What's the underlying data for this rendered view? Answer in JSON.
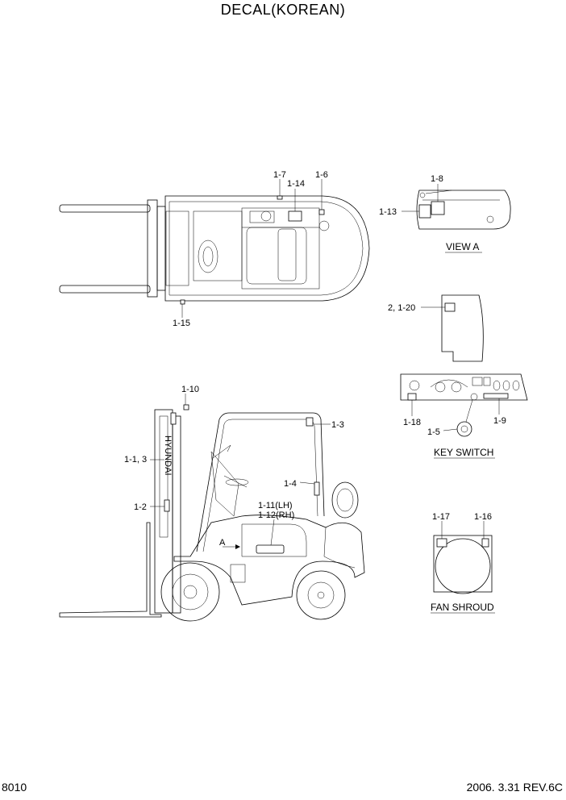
{
  "title": "DECAL(KOREAN)",
  "footer": {
    "page": "8010",
    "revision": "2006. 3.31  REV.6C"
  },
  "callouts": {
    "c1_7": "1-7",
    "c1_14": "1-14",
    "c1_6": "1-6",
    "c1_15": "1-15",
    "c1_8": "1-8",
    "c1_13": "1-13",
    "c2_1_20": "2, 1-20",
    "c1_18": "1-18",
    "c1_5": "1-5",
    "c1_9": "1-9",
    "c1_10": "1-10",
    "c1_3": "1-3",
    "c1_1_3": "1-1, 3",
    "c1_4": "1-4",
    "c1_2": "1-2",
    "c1_11": "1-11(LH)",
    "c1_12": "1-12(RH)",
    "arrow_a": "A",
    "c1_17": "1-17",
    "c1_16": "1-16"
  },
  "captions": {
    "view_a": "VIEW A",
    "key_switch": "KEY SWITCH",
    "fan_shroud": "FAN SHROUD"
  },
  "decal_text": "HYUNDAI"
}
